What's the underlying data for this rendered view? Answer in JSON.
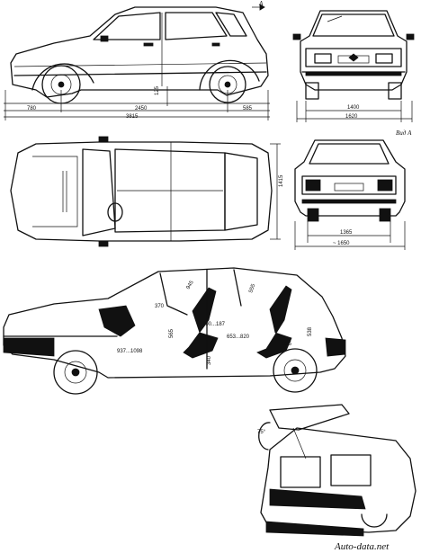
{
  "views": {
    "side": {
      "label_arrow": "A",
      "dims": {
        "front_overhang": "780",
        "wheelbase": "2450",
        "rear_overhang": "585",
        "overall_length": "3815",
        "ground_clearance": "125"
      }
    },
    "front": {
      "dims": {
        "track": "1400",
        "width": "1620"
      }
    },
    "top": {
      "dims": {
        "height": "1415"
      }
    },
    "rear": {
      "label": "Вид А",
      "dims": {
        "track": "1365",
        "width": "~ 1650"
      }
    },
    "interior": {
      "dims": {
        "d370": "370",
        "d945": "945",
        "d555": "555",
        "d100_187": "100...187",
        "d653_820": "653...820",
        "d538": "538",
        "d565": "565",
        "d937_1098": "937...1098",
        "d340": "340",
        "d535": "535"
      }
    },
    "hatch": {
      "angle": "75°"
    }
  },
  "watermark": "Auto-data.net"
}
